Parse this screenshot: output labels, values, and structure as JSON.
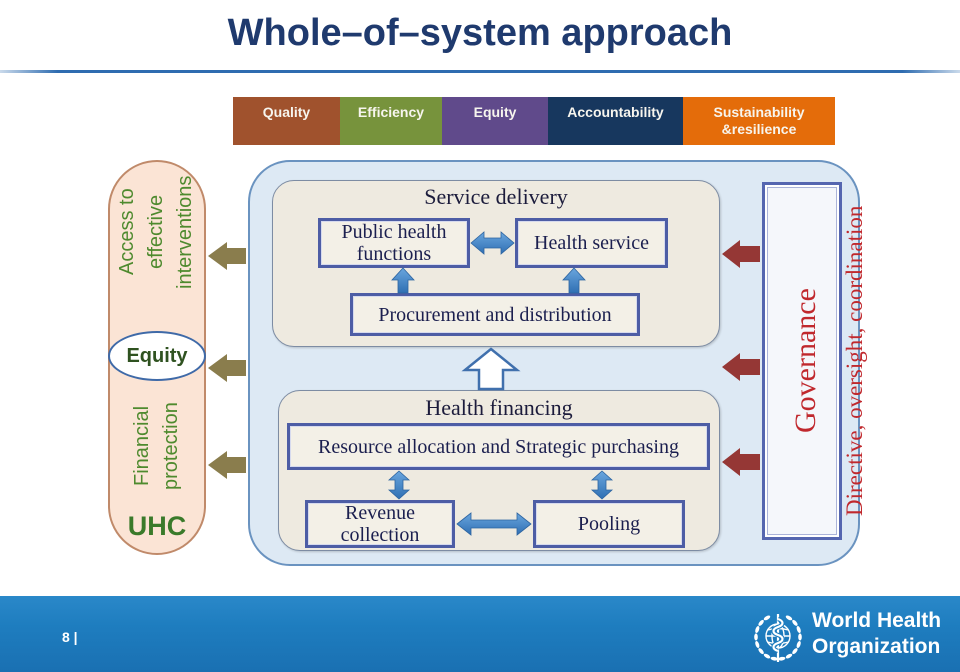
{
  "title": "Whole–of–system approach",
  "goals": [
    {
      "label": "Quality",
      "color": "#a0522d"
    },
    {
      "label": "Efficiency",
      "color": "#77933c"
    },
    {
      "label": "Equity",
      "color": "#604a8b"
    },
    {
      "label": "Accountability",
      "color": "#17375e"
    },
    {
      "label": "Sustainability\n&resilience",
      "color": "#e46c0a"
    }
  ],
  "outcomes": {
    "access": "Access to\neffective\ninterventions",
    "equity": "Equity",
    "financial_protection": "Financial\nprotection",
    "uhc": "UHC"
  },
  "service_delivery": {
    "title": "Service delivery",
    "public_health": "Public health\nfunctions",
    "health_service": "Health service",
    "procurement": "Procurement and distribution"
  },
  "health_financing": {
    "title": "Health financing",
    "resource_allocation": "Resource allocation and Strategic purchasing",
    "revenue_collection": "Revenue\ncollection",
    "pooling": "Pooling"
  },
  "governance": {
    "title": "Governance",
    "subtitle": "Directive, oversight, coordination"
  },
  "footer": {
    "page": "8 |",
    "logo_icon": "who-emblem-icon",
    "org_line1": "World Health",
    "org_line2": "Organization"
  },
  "theme": {
    "title_color": "#1f3a6e",
    "outcome_text": "#4e8a2e",
    "uhc_color": "#3a7a2a",
    "governance_red": "#c0282d",
    "footer_blue": "#1e7dbf"
  }
}
